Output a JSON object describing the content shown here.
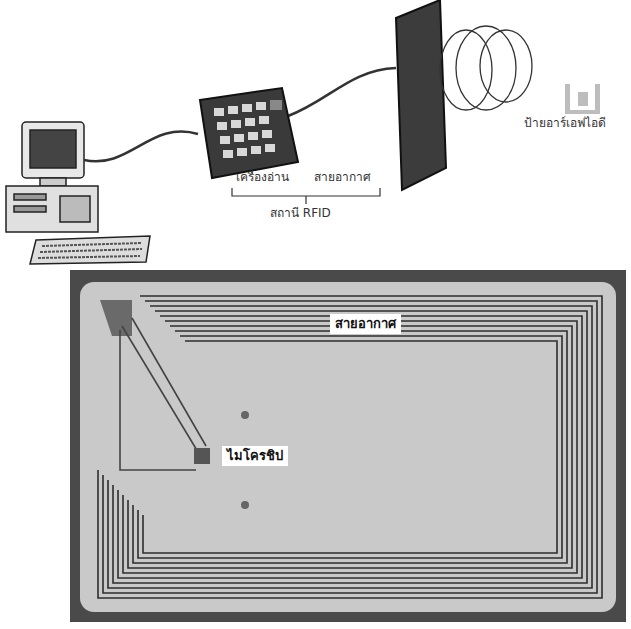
{
  "diagram": {
    "nodes": [
      {
        "text": [
          "สายอากาศ"
        ]
      },
      {
        "text": [
          "ไมโครชิป"
        ]
      }
    ],
    "labels": [
      "เครื่องอ่าน",
      "สายอากาศ",
      "สถานี RFID",
      "ป้ายอาร์เอฟไอดี"
    ]
  }
}
